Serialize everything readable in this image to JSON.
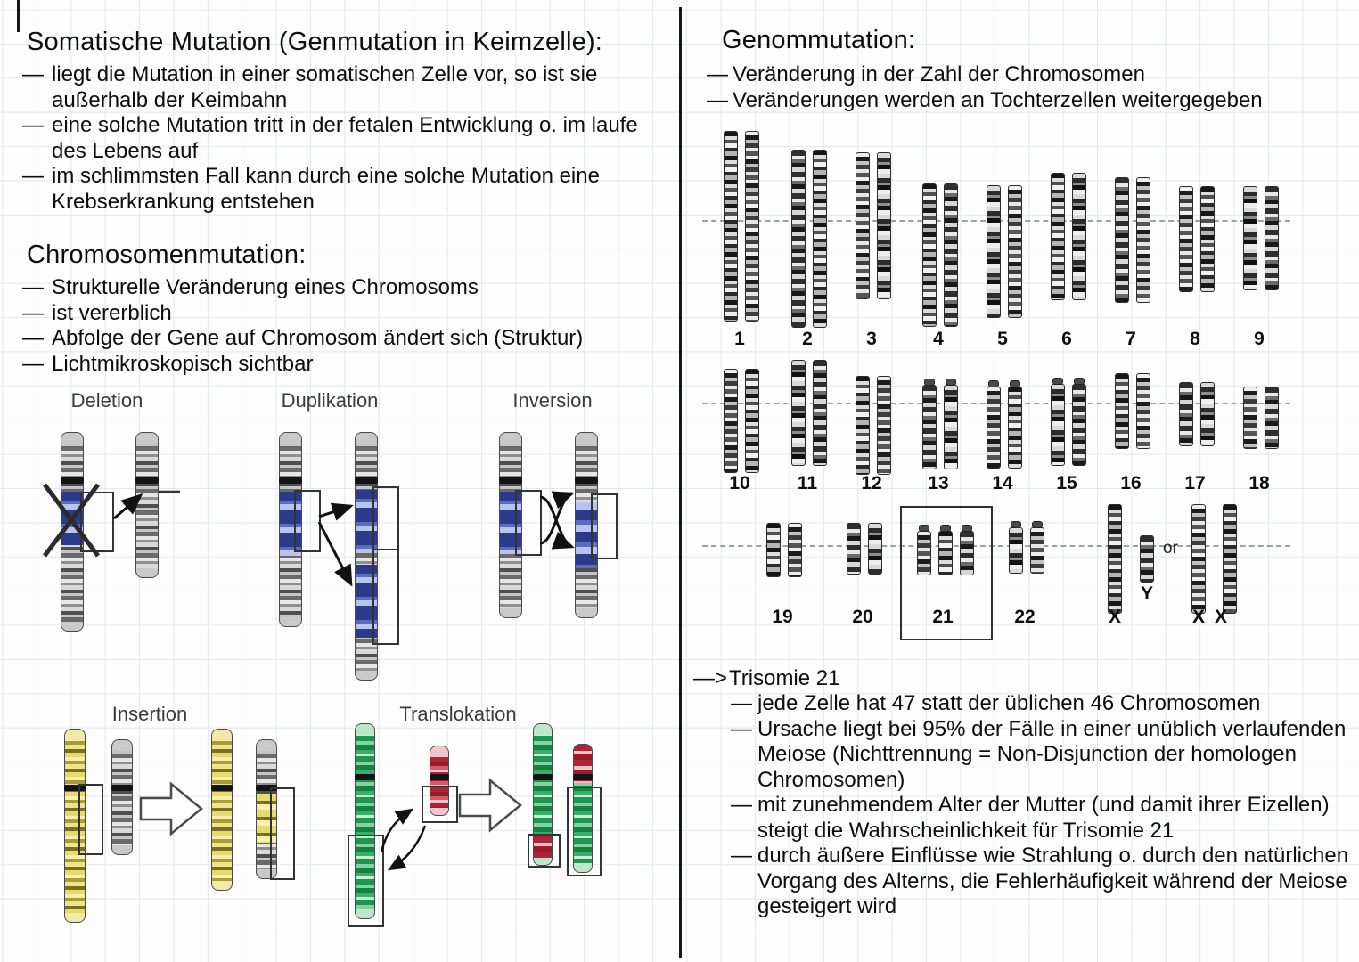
{
  "ui": {
    "dash": "—",
    "arrow_marker": "—>"
  },
  "left": {
    "somatic_title": "Somatische Mutation (Genmutation in Keimzelle):",
    "somatic_bullets": [
      "liegt die Mutation in einer somatischen Zelle vor, so ist sie\naußerhalb der Keimbahn",
      "eine solche Mutation tritt in der fetalen Entwicklung o. im laufe\ndes Lebens auf",
      "im schlimmsten Fall kann durch eine solche Mutation eine\nKrebserkrankung entstehen"
    ],
    "chromo_title": "Chromosomenmutation:",
    "chromo_bullets": [
      "Strukturelle Veränderung eines Chromosoms",
      "ist vererblich",
      "Abfolge der Gene auf Chromosom ändert sich (Struktur)",
      "Lichtmikroskopisch sichtbar"
    ],
    "diagram_labels": {
      "deletion": "Deletion",
      "duplikation": "Duplikation",
      "inversion": "Inversion",
      "insertion": "Insertion",
      "translokation": "Translokation"
    }
  },
  "right": {
    "genom_title": "Genommutation:",
    "genom_bullets": [
      "Veränderung in der Zahl der Chromosomen",
      "Veränderungen werden an Tochterzellen weitergegeben"
    ],
    "karyotype": {
      "row1_labels": [
        "1",
        "2",
        "3",
        "4",
        "5",
        "6",
        "7",
        "8",
        "9"
      ],
      "row2_labels": [
        "10",
        "11",
        "12",
        "13",
        "14",
        "15",
        "16",
        "17",
        "18"
      ],
      "row3_labels": [
        "19",
        "20",
        "21",
        "22"
      ],
      "x_label": "X",
      "y_label": "Y",
      "or_label": "or",
      "xx_labels": [
        "X",
        "X"
      ],
      "trisomy_pair": "21",
      "trisomy_count": 3
    },
    "trisomie_marker": "—>",
    "trisomie_title": "Trisomie 21",
    "trisomie_bullets": [
      "jede Zelle hat 47 statt der üblichen 46 Chromosomen",
      "Ursache liegt bei 95% der Fälle in einer unüblich verlaufenden\nMeiose (Nichttrennung = Non-Disjunction der homologen\nChromosomen)",
      "mit zunehmendem Alter der Mutter (und damit ihrer Eizellen)\nsteigt die Wahrscheinlichkeit für Trisomie 21",
      "durch äußere Einflüsse wie Strahlung o. durch den natürlichen\nVorgang des Alterns, die Fehlerhäufigkeit während der Meiose\ngesteigert wird"
    ]
  }
}
